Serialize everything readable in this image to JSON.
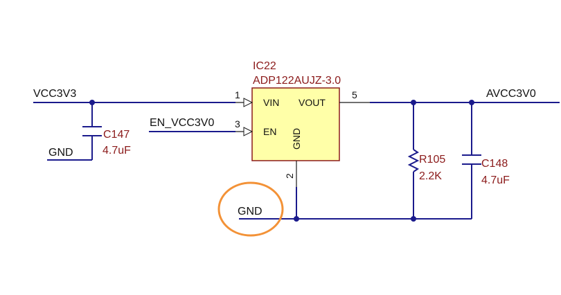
{
  "colors": {
    "wire": "#1a1a8c",
    "ic_fill": "#ffffa8",
    "ic_border": "#8b1a1a",
    "ref_text": "#8b1a1a",
    "highlight": "#f39237"
  },
  "ic": {
    "ref": "IC22",
    "part": "ADP122AUJZ-3.0",
    "pins": {
      "vin_name": "VIN",
      "vin_no": "1",
      "vout_name": "VOUT",
      "vout_no": "5",
      "en_name": "EN",
      "en_no": "3",
      "gnd_name": "GND",
      "gnd_no": "2"
    }
  },
  "nets": {
    "vcc_in": "VCC3V3",
    "enable": "EN_VCC3V0",
    "vcc_out": "AVCC3V0",
    "gnd_left": "GND",
    "gnd_mid": "GND"
  },
  "components": {
    "c147": {
      "ref": "C147",
      "value": "4.7uF"
    },
    "r105": {
      "ref": "R105",
      "value": "2.2K"
    },
    "c148": {
      "ref": "C148",
      "value": "4.7uF"
    }
  }
}
